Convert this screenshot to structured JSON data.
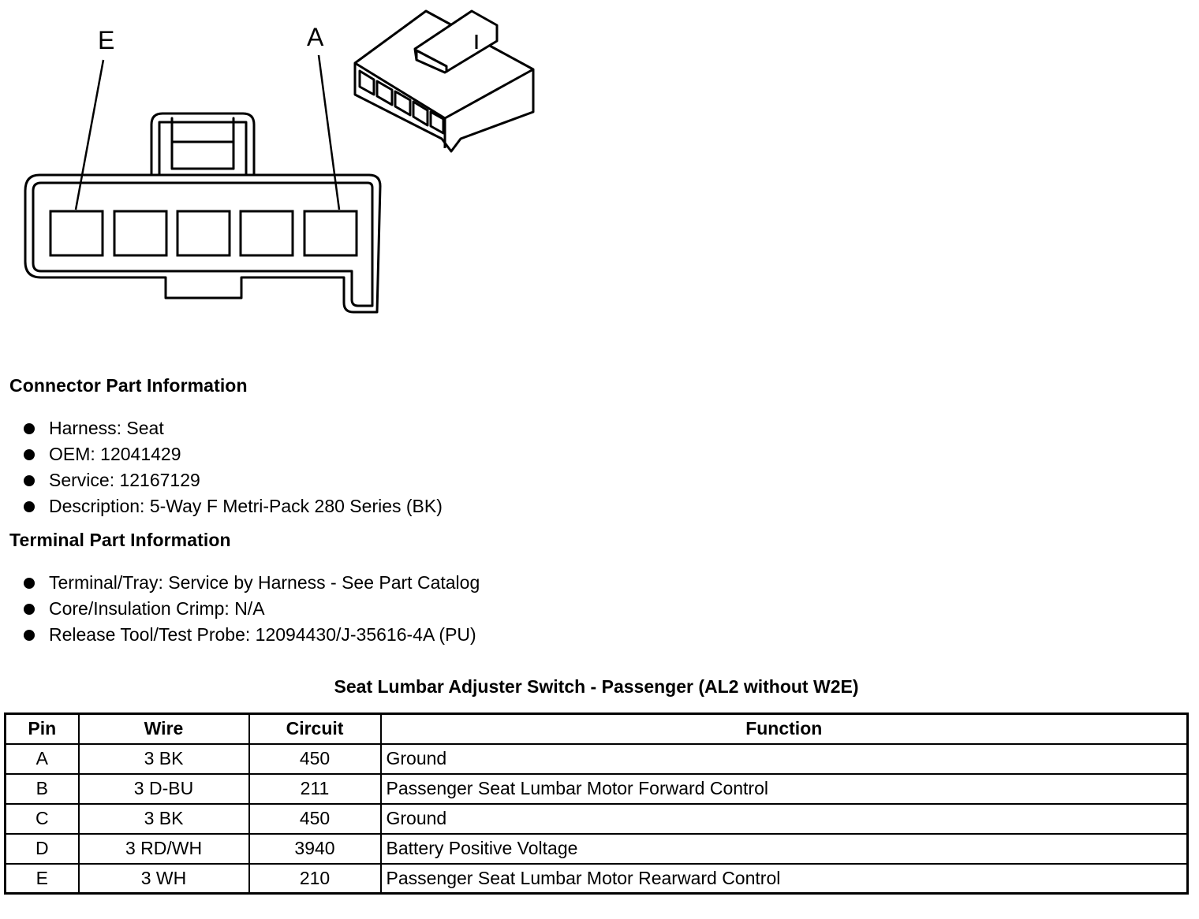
{
  "diagram": {
    "label_left": "E",
    "label_right": "A"
  },
  "connector_info": {
    "title": "Connector Part Information",
    "items": [
      "Harness: Seat",
      "OEM: 12041429",
      "Service: 12167129",
      "Description: 5-Way F Metri-Pack 280 Series (BK)"
    ]
  },
  "terminal_info": {
    "title": "Terminal Part Information",
    "items": [
      "Terminal/Tray: Service by Harness - See Part Catalog",
      "Core/Insulation Crimp: N/A",
      "Release Tool/Test Probe: 12094430/J-35616-4A (PU)"
    ]
  },
  "table": {
    "title": "Seat Lumbar Adjuster Switch - Passenger (AL2 without W2E)",
    "headers": [
      "Pin",
      "Wire",
      "Circuit",
      "Function"
    ],
    "rows": [
      [
        "A",
        "3 BK",
        "450",
        "Ground"
      ],
      [
        "B",
        "3 D-BU",
        "211",
        "Passenger Seat Lumbar Motor Forward Control"
      ],
      [
        "C",
        "3 BK",
        "450",
        "Ground"
      ],
      [
        "D",
        "3 RD/WH",
        "3940",
        "Battery Positive Voltage"
      ],
      [
        "E",
        "3 WH",
        "210",
        "Passenger Seat Lumbar Motor Rearward Control"
      ]
    ]
  }
}
